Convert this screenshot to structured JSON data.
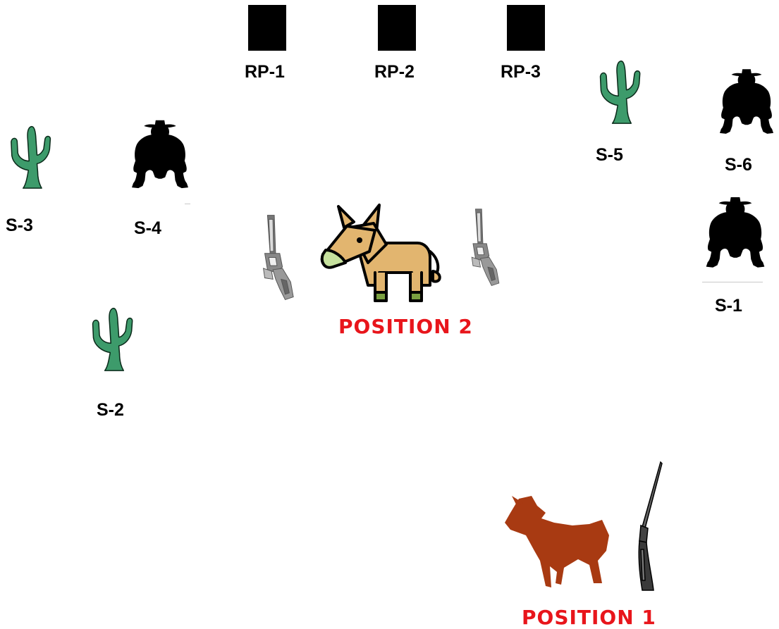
{
  "rps": [
    {
      "label": "RP-1"
    },
    {
      "label": "RP-2"
    },
    {
      "label": "RP-3"
    }
  ],
  "stations": {
    "s1": "S-1",
    "s2": "S-2",
    "s3": "S-3",
    "s4": "S-4",
    "s5": "S-5",
    "s6": "S-6"
  },
  "positions": {
    "position1": "POSITION 1",
    "position2": "POSITION 2"
  },
  "colors": {
    "cactus": "#3d9b6b",
    "position_text": "#e8151b",
    "cartoon_mule": "#e2b56f",
    "silhouette_mule": "#a83a12",
    "target": "#000000"
  },
  "icons": {
    "target": "bad-guy-silhouette-icon",
    "cactus": "cactus-icon",
    "mule_2": "cartoon-donkey-icon",
    "mule_1": "mule-silhouette-icon",
    "pistol": "revolver-icon",
    "long_gun": "shotgun-icon"
  }
}
